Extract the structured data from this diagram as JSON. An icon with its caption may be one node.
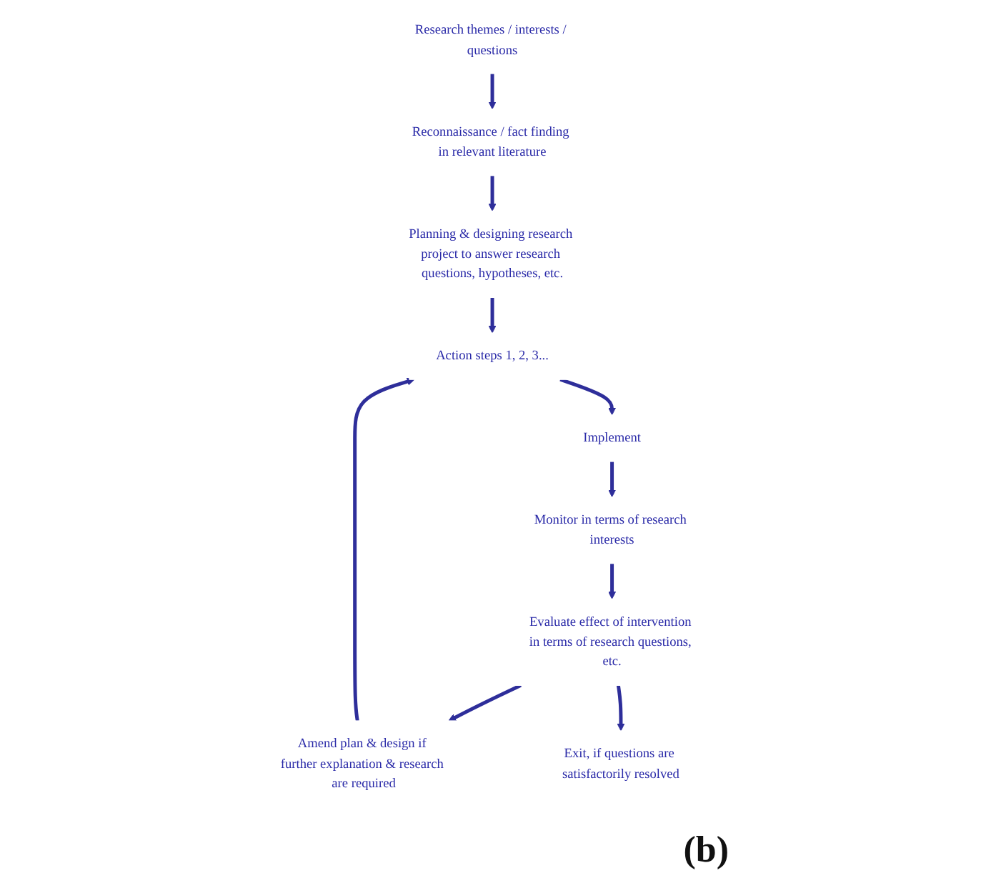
{
  "diagram": {
    "nodes": [
      {
        "text": [
          "Research themes / interests / questions"
        ]
      },
      {
        "text": [
          "Reconnaissance / fact finding in relevant literature"
        ]
      },
      {
        "text": [
          "Planning & designing research project to answer research questions, hypotheses, etc."
        ]
      },
      {
        "text": [
          "Amend plan & design if further explanation & research are required"
        ]
      },
      {
        "text": [
          "Exit, if questions are satisfactorily resolved"
        ]
      },
      {
        "text": [
          "Action steps 1, 2, 3..."
        ]
      },
      {
        "text": [
          "Evaluate effect of intervention in terms of research questions, etc."
        ]
      },
      {
        "text": [
          "Implement"
        ]
      },
      {
        "text": [
          "Monitor in terms of research interests"
        ]
      }
    ],
    "edges": [
      {
        "from": 0,
        "to": 1,
        "arrow": "to"
      },
      {
        "from": 1,
        "to": 2,
        "arrow": "to"
      },
      {
        "from": 2,
        "to": 5,
        "arrow": "to"
      },
      {
        "from": 3,
        "to": 5,
        "arrow": "to"
      },
      {
        "from": 6,
        "to": 3,
        "arrow": "to"
      },
      {
        "from": 6,
        "to": 4,
        "arrow": "to"
      },
      {
        "from": 5,
        "to": 7,
        "arrow": "to"
      },
      {
        "from": 7,
        "to": 8,
        "arrow": "to"
      },
      {
        "from": 8,
        "to": 6,
        "arrow": "to"
      }
    ],
    "labels": [
      "(b)"
    ]
  }
}
